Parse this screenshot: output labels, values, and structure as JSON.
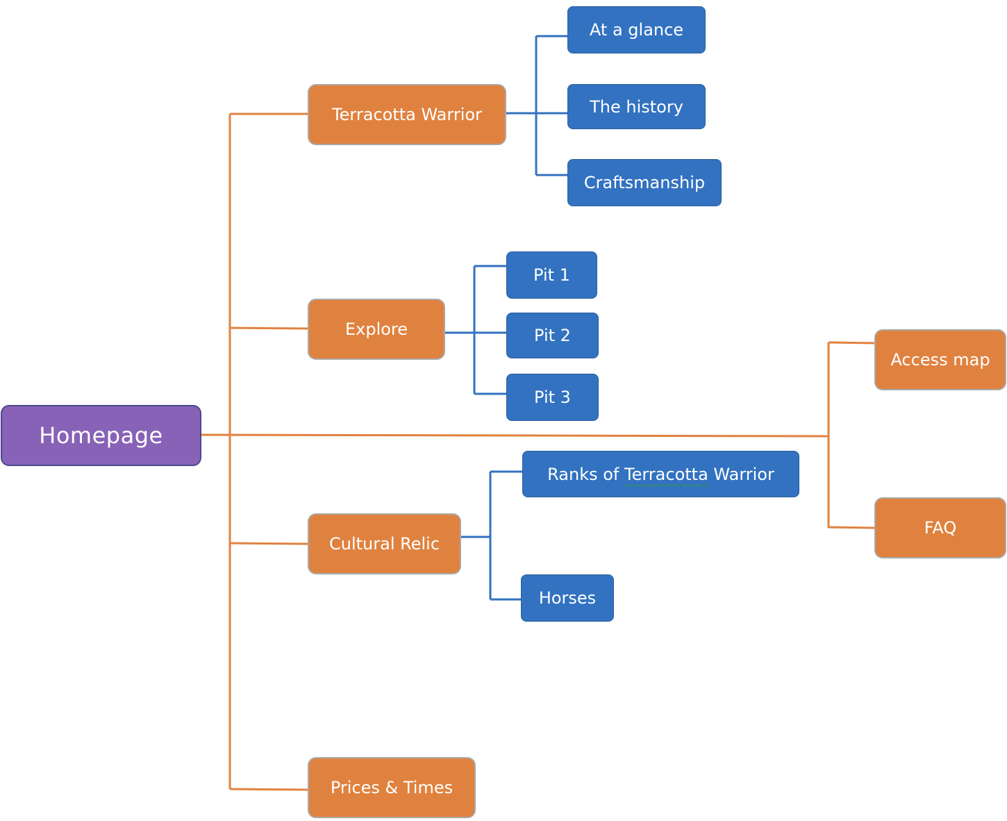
{
  "colors": {
    "root_fill": "#8862b6",
    "section_fill": "#e0823f",
    "leaf_fill": "#3272c0",
    "section_line": "#e0823f",
    "leaf_line": "#3272c0"
  },
  "root": {
    "label": "Homepage"
  },
  "sections": {
    "terracotta": {
      "label": "Terracotta Warrior",
      "children": [
        "At a glance",
        "The history",
        "Craftsmanship"
      ]
    },
    "explore": {
      "label": "Explore",
      "children": [
        "Pit 1",
        "Pit 2",
        "Pit 3"
      ]
    },
    "cultural": {
      "label": "Cultural Relic",
      "children": {
        "ranks_prefix": "Ranks of ",
        "ranks_term": "Terracotta",
        "ranks_suffix": " Warrior",
        "horses": "Horses"
      }
    },
    "prices": {
      "label": "Prices & Times"
    },
    "access": {
      "label": "Access map"
    },
    "faq": {
      "label": "FAQ"
    }
  }
}
